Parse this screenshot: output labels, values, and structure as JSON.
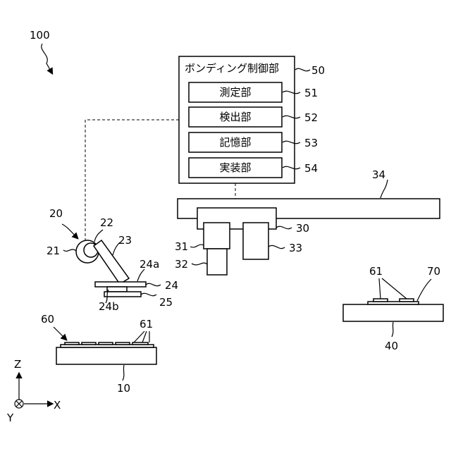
{
  "figure_number": "100",
  "controller": {
    "title": "ボンディング制御部",
    "ref": "50",
    "modules": [
      {
        "label": "測定部",
        "ref": "51"
      },
      {
        "label": "検出部",
        "ref": "52"
      },
      {
        "label": "記憶部",
        "ref": "53"
      },
      {
        "label": "実装部",
        "ref": "54"
      }
    ]
  },
  "refs": {
    "picker": "20",
    "pivot_outer": "21",
    "pivot_inner": "22",
    "arm": "23",
    "head": "24",
    "head_top": "24a",
    "head_bottom": "24b",
    "collet": "25",
    "bond_head": "30",
    "camera_upper": "31",
    "camera_lower": "32",
    "tool": "33",
    "rail": "34",
    "wafer": "60",
    "chips": "61",
    "source_stage": "10",
    "mounted_chips": "61",
    "substrate": "70",
    "target_stage": "40"
  },
  "axes": {
    "z": "Z",
    "x": "X",
    "y": "Y"
  }
}
